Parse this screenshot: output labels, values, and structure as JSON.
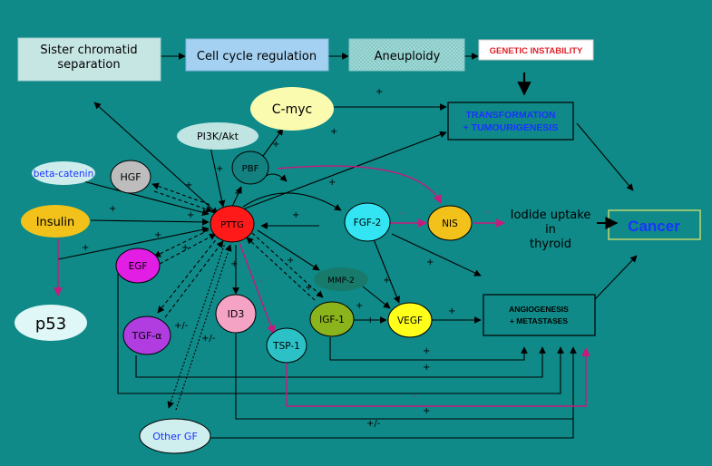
{
  "colors": {
    "background": "#0f8a88",
    "pttg": "#ff1a1a",
    "magenta": "#c8197e",
    "blue_text": "#1a33ff",
    "red_text": "#e0222a"
  },
  "boxes": {
    "sister": "Sister chromatid\nseparation",
    "cellcycle": "Cell cycle regulation",
    "aneuploidy": "Aneuploidy",
    "genetic": "GENETIC INSTABILITY",
    "transformation": "TRANSFORMATION\n+ TUMOURIGENESIS",
    "cancer": "Cancer",
    "angiogenesis": "ANGIOGENESIS\n+ METASTASES"
  },
  "nodes": {
    "cmyc": "C-myc",
    "pi3k": "PI3K/Akt",
    "pbf": "PBF",
    "betacatenin": "beta-catenin",
    "hgf": "HGF",
    "insulin": "Insulin",
    "pttg": "PTTG",
    "fgf2": "FGF-2",
    "nis": "NIS",
    "iodide": "Iodide uptake\nin\nthyroid",
    "egf": "EGF",
    "p53": "p53",
    "mmp2": "MMP-2",
    "id3": "ID3",
    "igf1": "IGF-1",
    "vegf": "VEGF",
    "tgfa": "TGF-α",
    "tsp1": "TSP-1",
    "othergf": "Other GF"
  },
  "signs": {
    "plus": "+",
    "minus": "-",
    "plusminus": "+/-"
  }
}
